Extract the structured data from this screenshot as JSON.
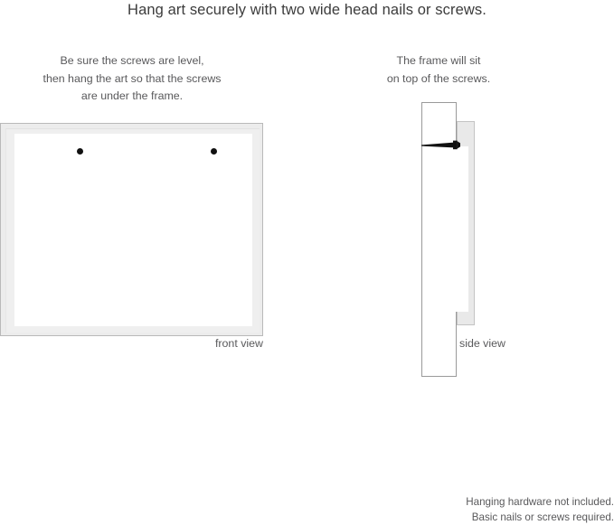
{
  "headline": "Hang art securely with two wide head nails or screws.",
  "captions": {
    "left": "Be sure the screws are level,\nthen hang the art so that the screws\nare under the frame.",
    "right": "The frame will sit\non top of the screws."
  },
  "front_view": {
    "label": "front view",
    "screw_count": 2,
    "screw_color": "#111111",
    "frame_color": "#ececec",
    "mat_color": "#ffffff"
  },
  "side_view": {
    "label": "side view",
    "wall_color": "#ffffff",
    "frame_color": "#e9e9e9",
    "nail_color": "#111111"
  },
  "footer": "Hanging hardware not included.\nBasic nails or screws required."
}
